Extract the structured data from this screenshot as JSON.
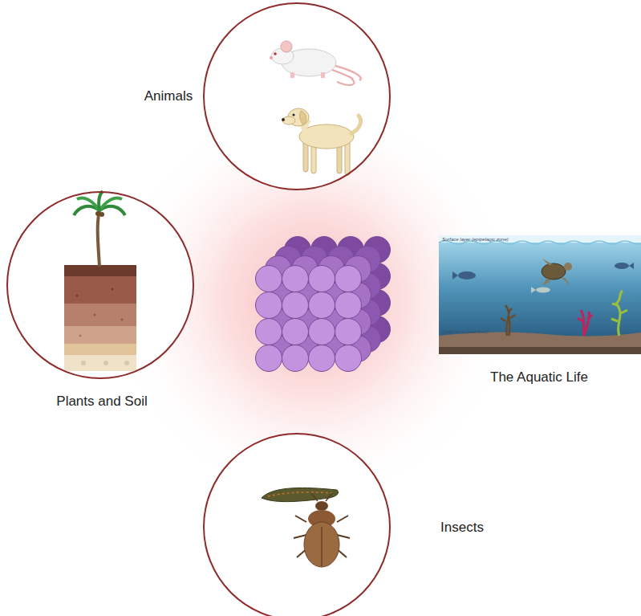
{
  "diagram": {
    "nodes": [
      {
        "text": [
          "Animals"
        ]
      },
      {
        "text": [
          "Plants and Soil"
        ]
      },
      {
        "text": [
          "The Aquatic Life"
        ]
      },
      {
        "text": [
          "Insects"
        ]
      }
    ],
    "labels": [
      "Surface layer (epipelagic zone)",
      "Deep zone (sea floor)"
    ]
  }
}
